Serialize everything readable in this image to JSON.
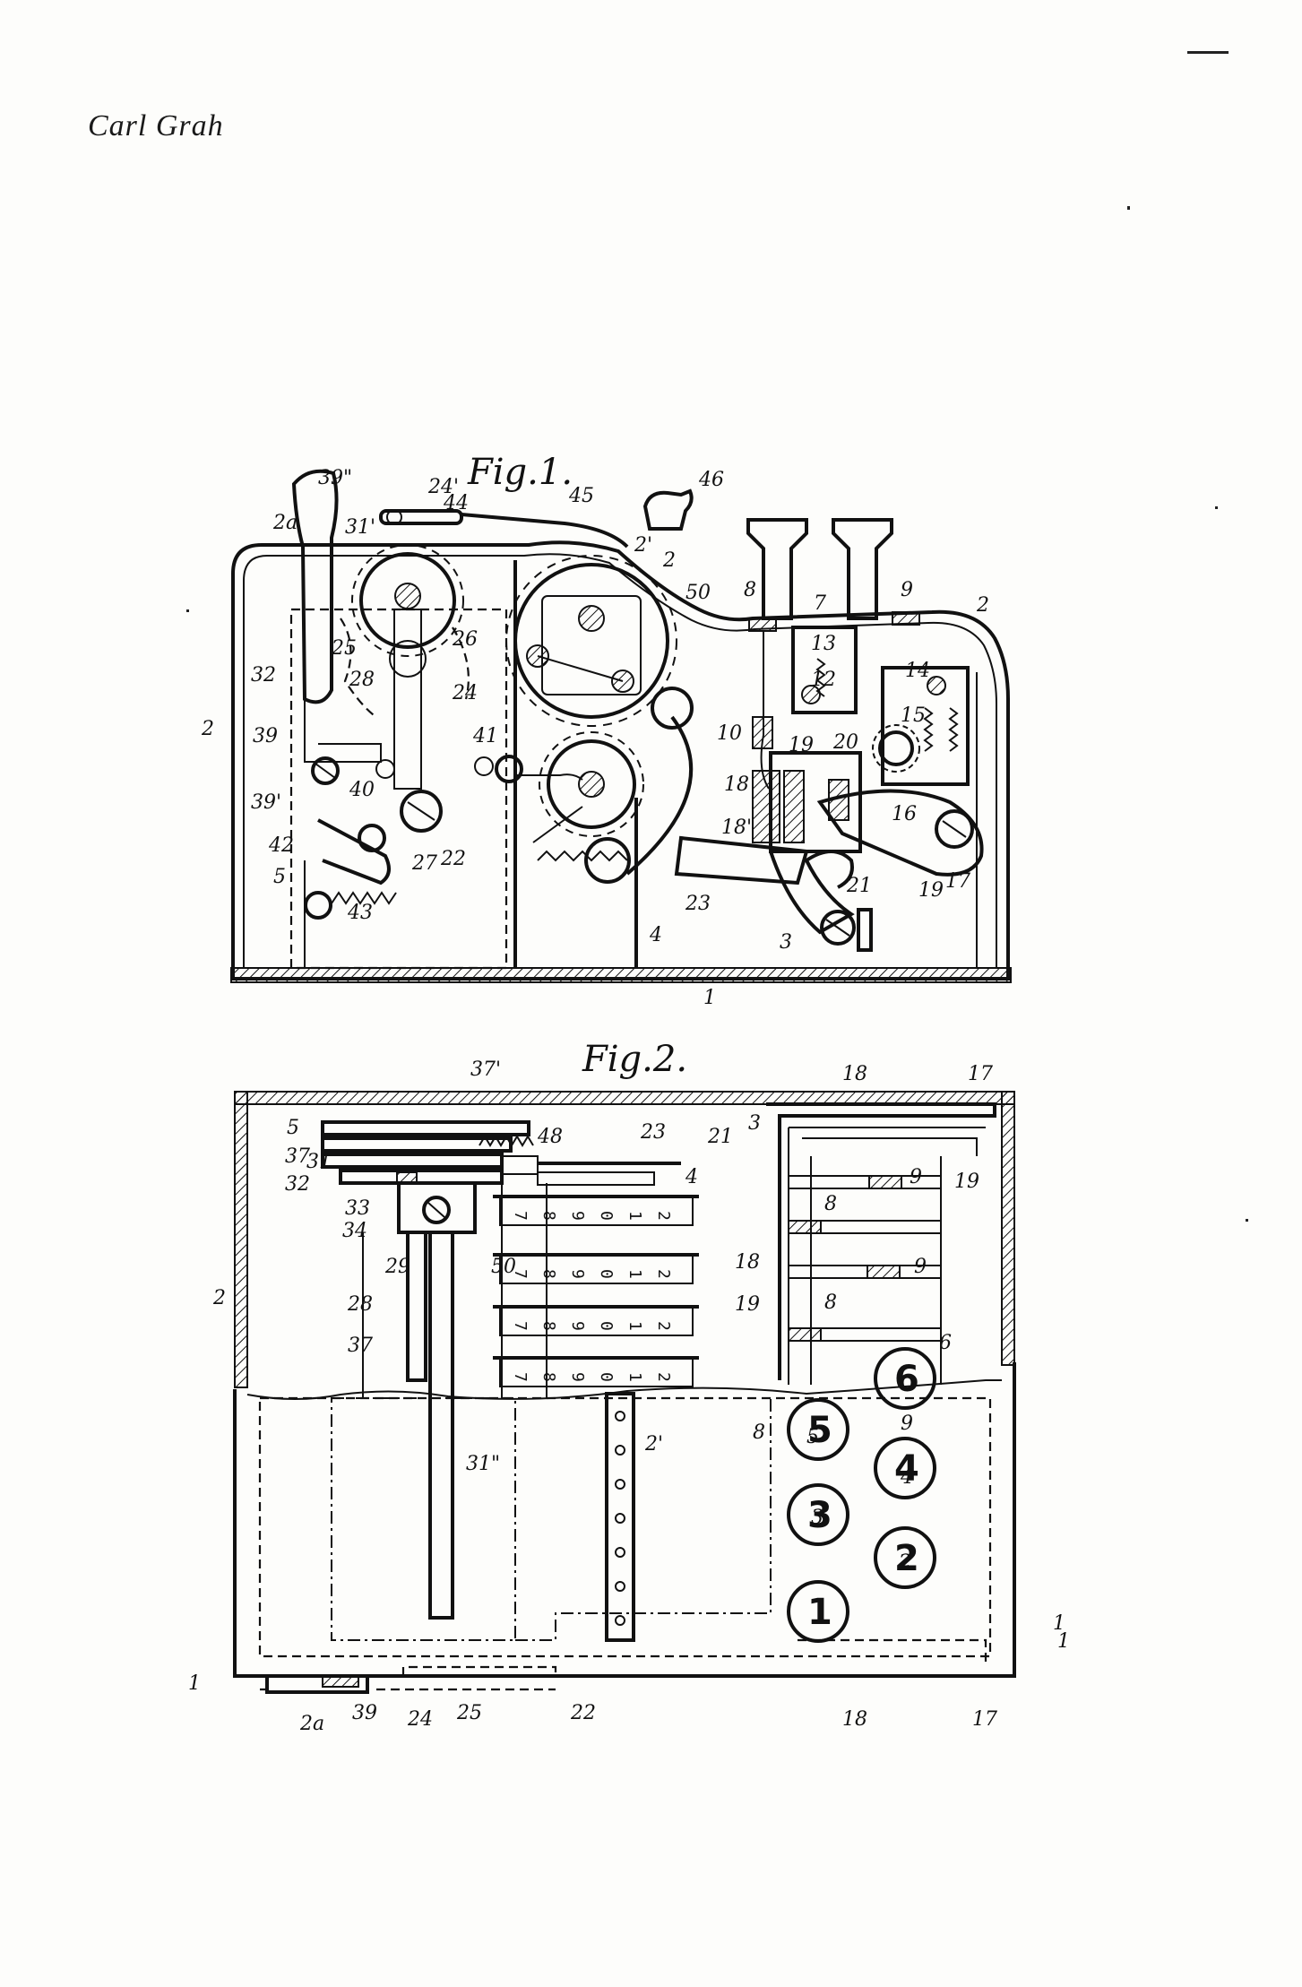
{
  "header": {
    "inventor": "Carl Grah"
  },
  "fig1": {
    "title": "Fig.1.",
    "labels": [
      "39\"",
      "24'",
      "44",
      "45",
      "46",
      "2a",
      "31'",
      "2'",
      "2",
      "50",
      "8",
      "9",
      "7",
      "2",
      "32",
      "25",
      "26",
      "28",
      "24",
      "13",
      "12",
      "14",
      "15",
      "2",
      "39",
      "41",
      "10",
      "19",
      "20",
      "39'",
      "40",
      "18",
      "16",
      "18'",
      "42",
      "27",
      "22",
      "21",
      "19",
      "17",
      "5",
      "43",
      "23",
      "4",
      "3",
      "1"
    ]
  },
  "fig2": {
    "title": "Fig.2.",
    "labels": [
      "37'",
      "18",
      "17",
      "5",
      "48",
      "23",
      "21",
      "3",
      "37",
      "31",
      "4",
      "9",
      "19",
      "32",
      "33",
      "34",
      "50",
      "18",
      "8",
      "9",
      "2",
      "29",
      "28",
      "19",
      "8",
      "37",
      "6",
      "31\"",
      "2'",
      "8",
      "5",
      "9",
      "4",
      "3",
      "2",
      "1",
      "1",
      "1",
      "2a",
      "39",
      "24",
      "25",
      "22",
      "18",
      "17"
    ],
    "keys": [
      "1",
      "2",
      "3",
      "4",
      "5",
      "6"
    ],
    "wheel_digits": [
      "7",
      "8",
      "9",
      "0",
      "1",
      "2"
    ]
  }
}
